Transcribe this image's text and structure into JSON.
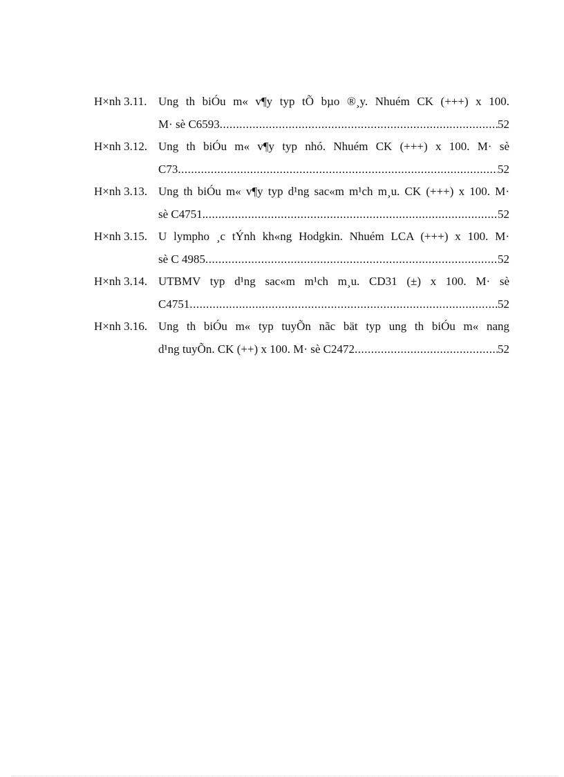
{
  "document": {
    "type": "list-of-figures",
    "entries": [
      {
        "label": "H×nh 3.11.",
        "line1": "Ung th  biÓu m« v¶y typ tÕ bµo ®¸y. Nhuém CK (+++) x 100.",
        "line2": "M· sè C6593",
        "page": "52"
      },
      {
        "label": "H×nh 3.12.",
        "line1": "Ung th  biÓu m« v¶y typ nhó. Nhuém CK (+++) x 100. M· sè",
        "line2": "C73",
        "page": "52"
      },
      {
        "label": "H×nh 3.13.",
        "line1": "Ung th  biÓu m« v¶y typ d¹ng sac«m m¹ch m¸u. CK (+++) x 100. M·",
        "line2": "sè C4751. ",
        "page": "52"
      },
      {
        "label": "H×nh 3.15.",
        "line1": "U lympho ¸c tÝnh kh«ng Hodgkin. Nhuém LCA (+++) x 100. M·",
        "line2": "sè C 4985",
        "page": "52"
      },
      {
        "label": "H×nh 3.14.",
        "line1": "UTBMV typ d¹ng sac«m m¹ch m¸u. CD31 (±) x 100. M· sè",
        "line2": "C4751",
        "page": "52"
      },
      {
        "label": "H×nh 3.16.",
        "line1": "Ung th  biÓu m« typ tuyÕn nãc  bät typ ung th  biÓu m« nang",
        "line2": "d¹ng tuyÕn. CK (++) x 100. M· sè C2472",
        "page": "52"
      }
    ]
  }
}
